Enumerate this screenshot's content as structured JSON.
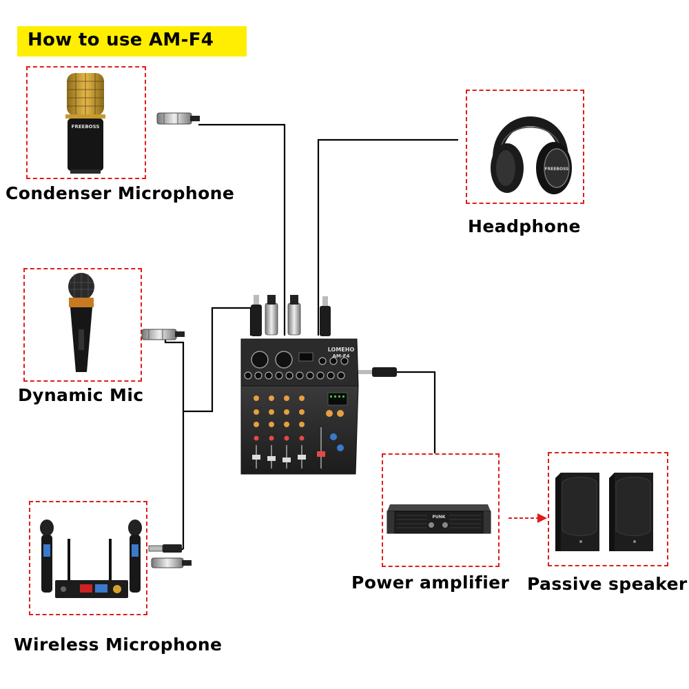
{
  "title": "How to use AM-F4",
  "devices": {
    "condenser_mic": "Condenser Microphone",
    "headphone": "Headphone",
    "dynamic_mic": "Dynamic Mic",
    "wireless_mic": "Wireless Microphone",
    "power_amplifier": "Power amplifier",
    "passive_speaker": "Passive speaker"
  },
  "mixer": {
    "brand": "LOMEHO",
    "model": "AM-F4"
  },
  "mic_brand": "FREEBOSS",
  "amp_brand": "PUNK",
  "colors": {
    "highlight": "#ffee00",
    "dashed_border": "#e01b1b",
    "cable": "#000000",
    "arrow": "#e01b1b"
  }
}
